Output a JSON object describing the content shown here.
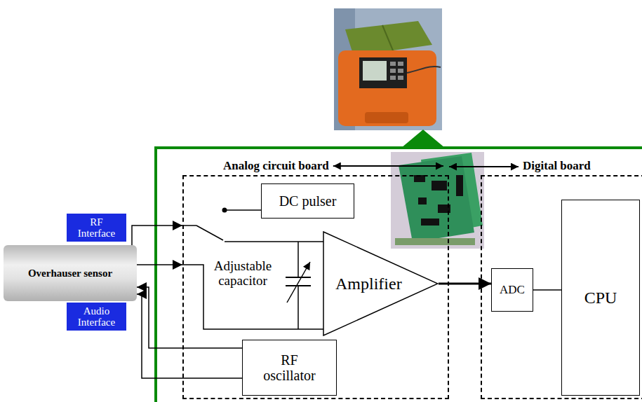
{
  "diagram": {
    "nodes": [
      {
        "text": [
          "RF Interface"
        ]
      },
      {
        "text": [
          "Overhauser sensor"
        ]
      },
      {
        "text": [
          "Audio Interface"
        ]
      },
      {
        "text": [
          "Analog circuit board"
        ]
      },
      {
        "text": [
          "DC pulser"
        ],
        "in": 3
      },
      {
        "text": [
          "Amplifier"
        ],
        "in": 3
      },
      {
        "text": [
          "RF oscillator"
        ],
        "in": 3
      },
      {
        "text": [
          "Digital board"
        ]
      },
      {
        "text": [
          "ADC"
        ],
        "in": 7
      },
      {
        "text": [
          "CPU"
        ],
        "in": 7
      }
    ],
    "edges": [
      {
        "from": 1,
        "to": 3,
        "arrow": "to"
      },
      {
        "from": 1,
        "to": 3,
        "arrow": "to"
      },
      {
        "from": 6,
        "to": 1,
        "arrow": "to"
      },
      {
        "from": 6,
        "to": 1,
        "arrow": "to"
      },
      {
        "from": 5,
        "to": 8,
        "arrow": "to"
      },
      {
        "from": 8,
        "to": 9,
        "arrow": "none"
      }
    ],
    "labels": [
      "Adjustable capacitor"
    ]
  }
}
